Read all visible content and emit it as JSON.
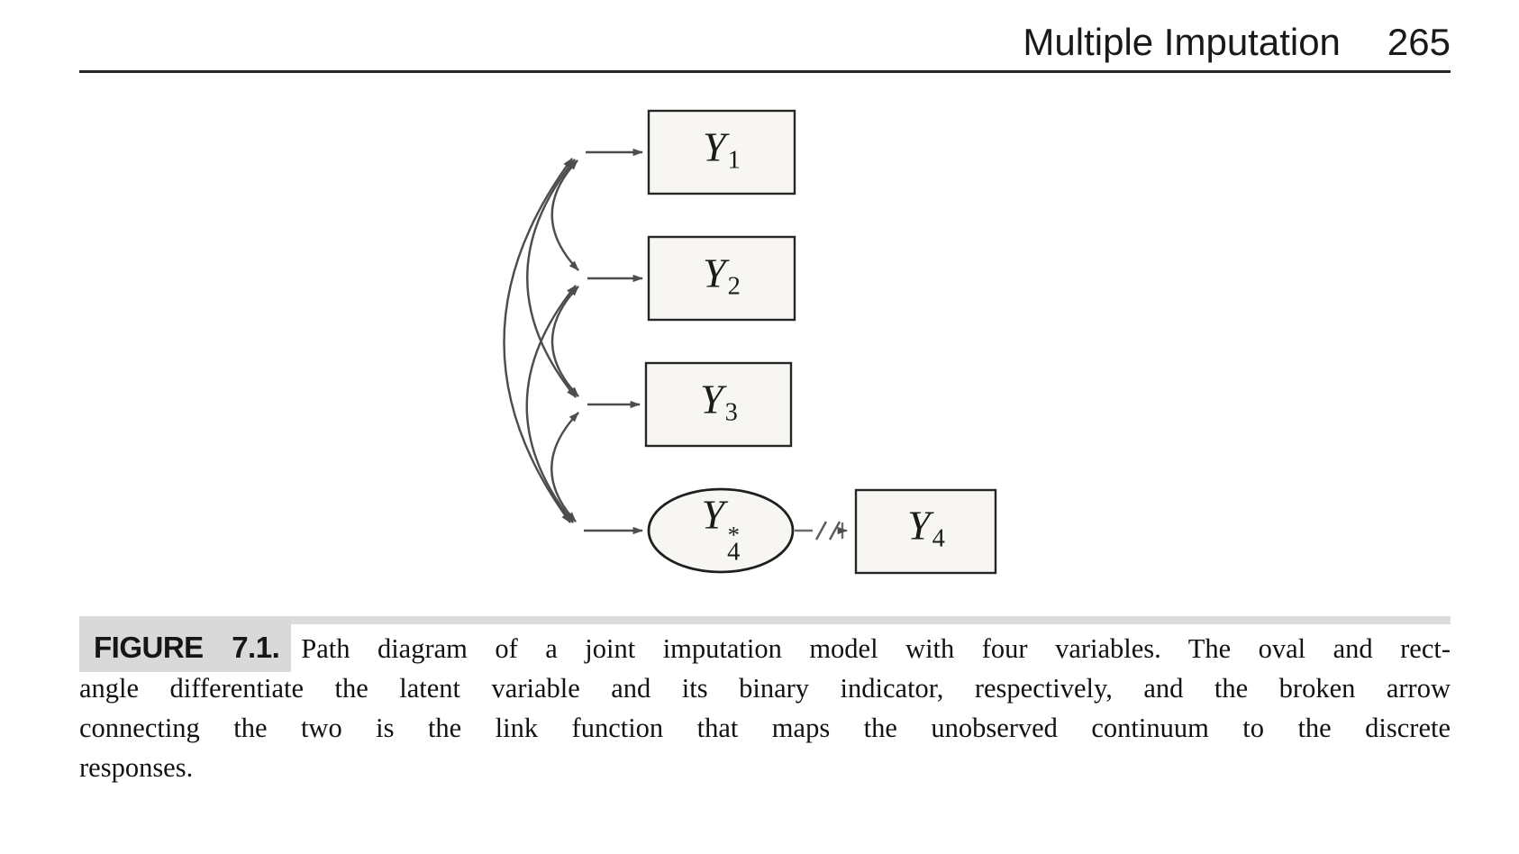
{
  "header": {
    "running_title": "Multiple Imputation",
    "page_number": "265"
  },
  "figure": {
    "nodes": [
      {
        "id": "Y1",
        "shape": "rectangle",
        "base": "Y",
        "sub": "1"
      },
      {
        "id": "Y2",
        "shape": "rectangle",
        "base": "Y",
        "sub": "2"
      },
      {
        "id": "Y3",
        "shape": "rectangle",
        "base": "Y",
        "sub": "3"
      },
      {
        "id": "Y4star",
        "shape": "oval",
        "base": "Y",
        "sub": "4",
        "sup": "*"
      },
      {
        "id": "Y4",
        "shape": "rectangle",
        "base": "Y",
        "sub": "4"
      }
    ],
    "covariance_arcs": [
      [
        "Y1",
        "Y2"
      ],
      [
        "Y2",
        "Y3"
      ],
      [
        "Y3",
        "Y4star"
      ],
      [
        "Y1",
        "Y3"
      ],
      [
        "Y2",
        "Y4star"
      ],
      [
        "Y1",
        "Y4star"
      ]
    ],
    "directed_arrows_to": [
      "Y1",
      "Y2",
      "Y3",
      "Y4star"
    ],
    "broken_arrow": {
      "from": "Y4star",
      "to": "Y4"
    }
  },
  "caption": {
    "label": "FIGURE 7.1.",
    "lines": [
      "Path diagram of a joint imputation model with four variables. The oval and rect-",
      "angle differentiate the latent variable and its binary indicator, respectively, and the broken arrow",
      "connecting the two is the link function that maps the unobserved continuum to the discrete",
      "responses."
    ]
  },
  "colors": {
    "ink": "#1c1c1c",
    "diagram_line_gray": "#4d4d4d",
    "node_fill": "#f7f6f2",
    "highlight_gray": "#dcdcdc"
  }
}
